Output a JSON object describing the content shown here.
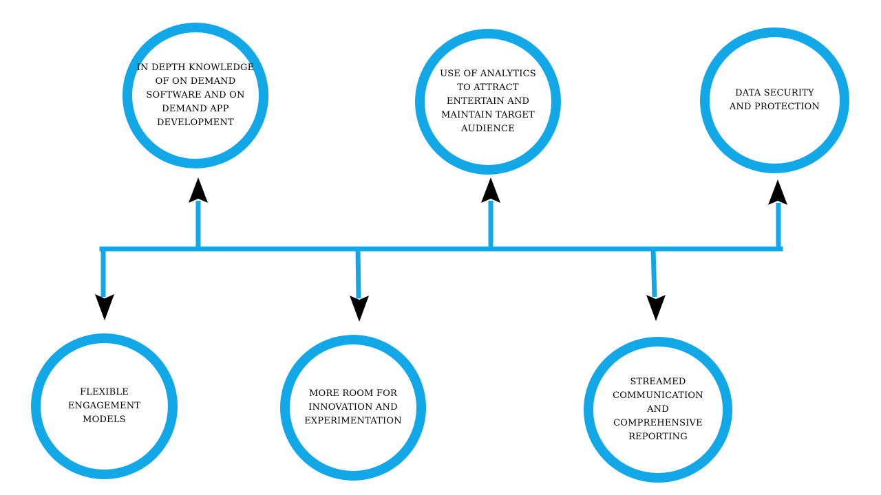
{
  "colors": {
    "ring": "#12a8e8",
    "connector": "#12a8e8",
    "arrowhead": "#000000",
    "text": "#000000",
    "background": "#ffffff"
  },
  "top_nodes": [
    {
      "label": "IN DEPTH KNOWLEDGE\nOF ON DEMAND\nSOFTWARE AND ON\nDEMAND APP\nDEVELOPMENT"
    },
    {
      "label": "USE OF ANALYTICS\nTO ATTRACT\nENTERTAIN AND\nMAINTAIN TARGET\nAUDIENCE"
    },
    {
      "label": "DATA SECURITY\nAND PROTECTION"
    }
  ],
  "bottom_nodes": [
    {
      "label": "FLEXIBLE\nENGAGEMENT\nMODELS"
    },
    {
      "label": "MORE ROOM FOR\nINNOVATION AND\nEXPERIMENTATION"
    },
    {
      "label": "STREAMED\nCOMMUNICATION\nAND\nCOMPREHENSIVE\nREPORTING"
    }
  ]
}
